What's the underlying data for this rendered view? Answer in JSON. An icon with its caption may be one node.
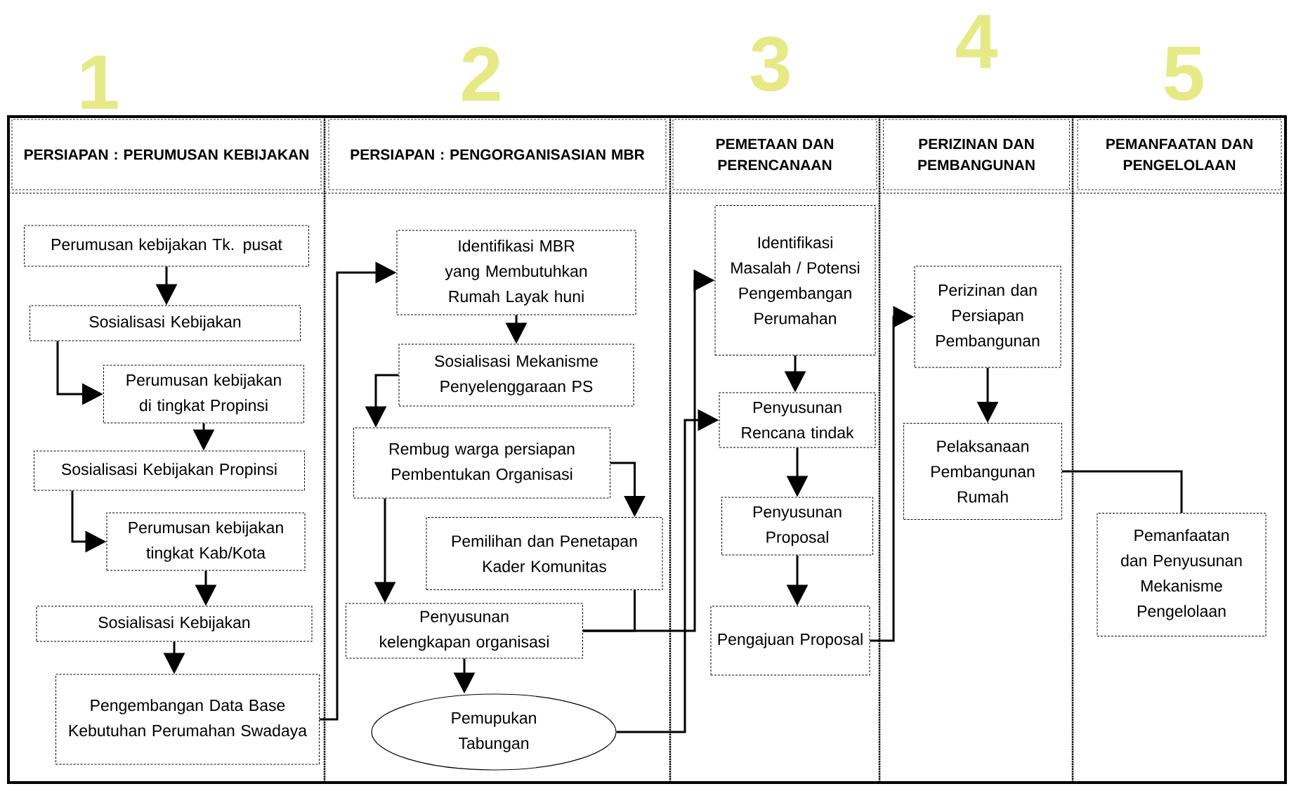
{
  "diagram": {
    "nodes": [
      {
        "text": [
          "PERSIAPAN : PERUMUSAN KEBIJAKAN"
        ]
      },
      {
        "text": [
          "PERSIAPAN : PENGORGANISASIAN MBR"
        ]
      },
      {
        "text": [
          "PEMETAAN DAN PERENCANAAN"
        ]
      },
      {
        "text": [
          "PERIZINAN DAN PEMBANGUNAN"
        ]
      },
      {
        "text": [
          "PEMANFAATAN DAN PENGELOLAAN"
        ]
      },
      {
        "text": [
          "Perumusan kebijakan Tk. pusat"
        ]
      },
      {
        "text": [
          "Sosialisasi Kebijakan"
        ]
      },
      {
        "text": [
          "Perumusan kebijakan di tingkat Propinsi"
        ]
      },
      {
        "text": [
          "Sosialisasi Kebijakan Propinsi"
        ]
      },
      {
        "text": [
          "Perumusan kebijakan tingkat Kab/Kota"
        ]
      },
      {
        "text": [
          "Sosialisasi Kebijakan"
        ]
      },
      {
        "text": [
          "Pengembangan Data Base Kebutuhan Perumahan Swadaya"
        ]
      },
      {
        "text": [
          "Identifikasi MBR yang Membutuhkan Rumah Layak huni"
        ]
      },
      {
        "text": [
          "Sosialisasi Mekanisme Penyelenggaraan PS"
        ]
      },
      {
        "text": [
          "Rembug warga persiapan Pembentukan Organisasi"
        ]
      },
      {
        "text": [
          "Pemilihan dan Penetapan Kader Komunitas"
        ]
      },
      {
        "text": [
          "Penyusunan kelengkapan organisasi"
        ]
      },
      {
        "text": [
          "Pemupukan Tabungan"
        ]
      },
      {
        "text": [
          "Identifikasi Masalah / Potensi Pengembangan Perumahan"
        ]
      },
      {
        "text": [
          "Penyusunan Rencana tindak"
        ]
      },
      {
        "text": [
          "Penyusunan Proposal"
        ]
      },
      {
        "text": [
          "Pengajuan Proposal"
        ]
      },
      {
        "text": [
          "Perizinan dan Persiapan Pembangunan"
        ]
      },
      {
        "text": [
          "Pelaksanaan Pembangunan Rumah"
        ]
      },
      {
        "text": [
          "Pemanfaatan dan Penyusunan Mekanisme Pengelolaan"
        ]
      }
    ],
    "edges": [
      {
        "from": 5,
        "to": 6,
        "arrow": "to"
      },
      {
        "from": 6,
        "to": 7,
        "arrow": "to"
      },
      {
        "from": 7,
        "to": 8,
        "arrow": "to"
      },
      {
        "from": 8,
        "to": 9,
        "arrow": "to"
      },
      {
        "from": 9,
        "to": 10,
        "arrow": "to"
      },
      {
        "from": 10,
        "to": 11,
        "arrow": "to"
      },
      {
        "from": 11,
        "to": 12,
        "arrow": "to"
      },
      {
        "from": 12,
        "to": 13,
        "arrow": "to"
      },
      {
        "from": 13,
        "to": 14,
        "arrow": "to"
      },
      {
        "from": 14,
        "to": 15,
        "arrow": "to"
      },
      {
        "from": 14,
        "to": 16,
        "arrow": "to"
      },
      {
        "from": 15,
        "to": 16,
        "arrow": "none"
      },
      {
        "from": 16,
        "to": 17,
        "arrow": "to"
      },
      {
        "from": 16,
        "to": 18,
        "arrow": "to"
      },
      {
        "from": 17,
        "to": 19,
        "arrow": "to"
      },
      {
        "from": 18,
        "to": 19,
        "arrow": "to"
      },
      {
        "from": 19,
        "to": 20,
        "arrow": "to"
      },
      {
        "from": 20,
        "to": 21,
        "arrow": "to"
      },
      {
        "from": 21,
        "to": 22,
        "arrow": "to"
      },
      {
        "from": 22,
        "to": 23,
        "arrow": "to"
      },
      {
        "from": 23,
        "to": 24,
        "arrow": "none"
      }
    ],
    "labels": [
      "1",
      "2",
      "3",
      "4",
      "5"
    ]
  }
}
